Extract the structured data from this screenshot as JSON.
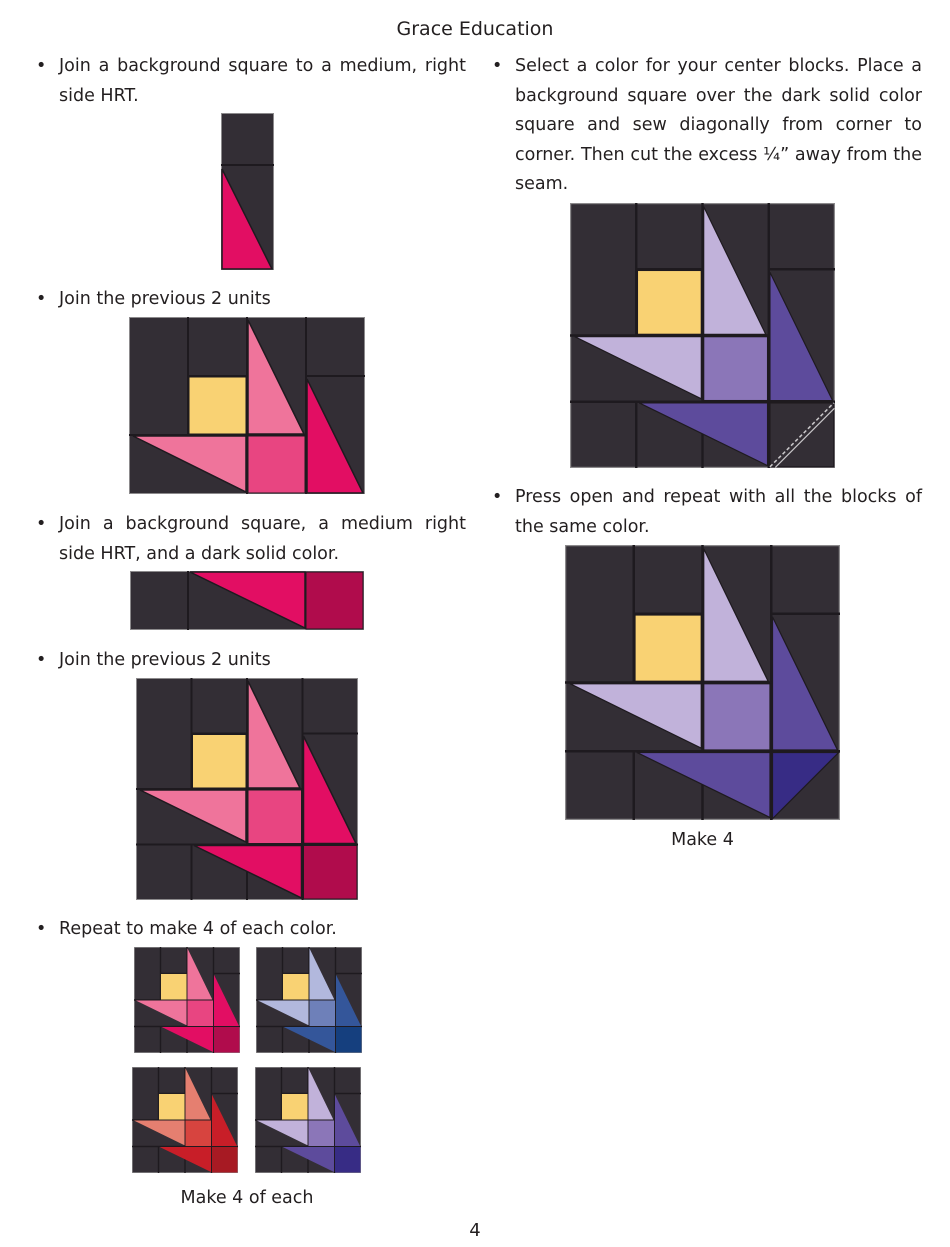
{
  "header": {
    "title": "Grace Education"
  },
  "palette": {
    "background": "#332e35",
    "seam": "#1e1a1f",
    "yellow": "#f9d273",
    "pink_light": "#ef749b",
    "pink_medium": "#e84581",
    "pink_dark": "#e20e63",
    "pink_solid": "#b00c4c",
    "blue_light": "#b2b8dd",
    "blue_medium": "#6e80b9",
    "blue_dark": "#34569a",
    "blue_solid": "#153f7e",
    "red_light": "#e57f70",
    "red_medium": "#d7443f",
    "red_dark": "#c81e28",
    "red_solid": "#a71a23",
    "purple_light": "#c1b2da",
    "purple_medium": "#8b76b8",
    "purple_dark": "#5d4b9c",
    "purple_solid": "#372c85"
  },
  "left_column": {
    "steps": [
      {
        "bullet": "•",
        "text": "Join a background square to a medium, right side HRT."
      },
      {
        "bullet": "•",
        "text": "Join the previous 2 units"
      },
      {
        "bullet": "•",
        "text": "Join a background square, a medium right side HRT, and a dark solid color."
      },
      {
        "bullet": "•",
        "text": "Join the previous 2 units"
      },
      {
        "bullet": "•",
        "text": "Repeat to make 4 of each color."
      }
    ],
    "caption": "Make 4 of each"
  },
  "right_column": {
    "steps": [
      {
        "bullet": "•",
        "text": "Select a color for your center blocks. Place a background square over the dark solid color square and sew diagonally from corner to corner. Then cut the excess ¼” away from the seam."
      },
      {
        "bullet": "•",
        "text": "Press open and repeat with all the blocks of the same color."
      }
    ],
    "caption": "Make 4"
  },
  "footer": {
    "page_number": "4"
  }
}
